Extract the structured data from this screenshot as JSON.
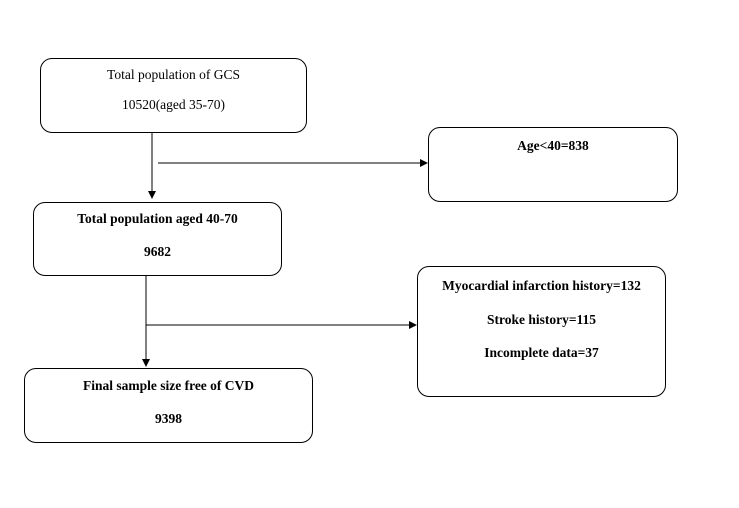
{
  "boxes": {
    "total_gcs": {
      "line1": "Total population of GCS",
      "line2": "10520(aged 35-70)"
    },
    "age_under_40": {
      "line1": "Age<40=838"
    },
    "aged_40_70": {
      "line1": "Total population aged 40-70",
      "line2": "9682"
    },
    "exclusions": {
      "line1": "Myocardial infarction history=132",
      "line2": "Stroke history=115",
      "line3": "Incomplete data=37"
    },
    "final_sample": {
      "line1": "Final sample size free of CVD",
      "line2": "9398"
    }
  }
}
